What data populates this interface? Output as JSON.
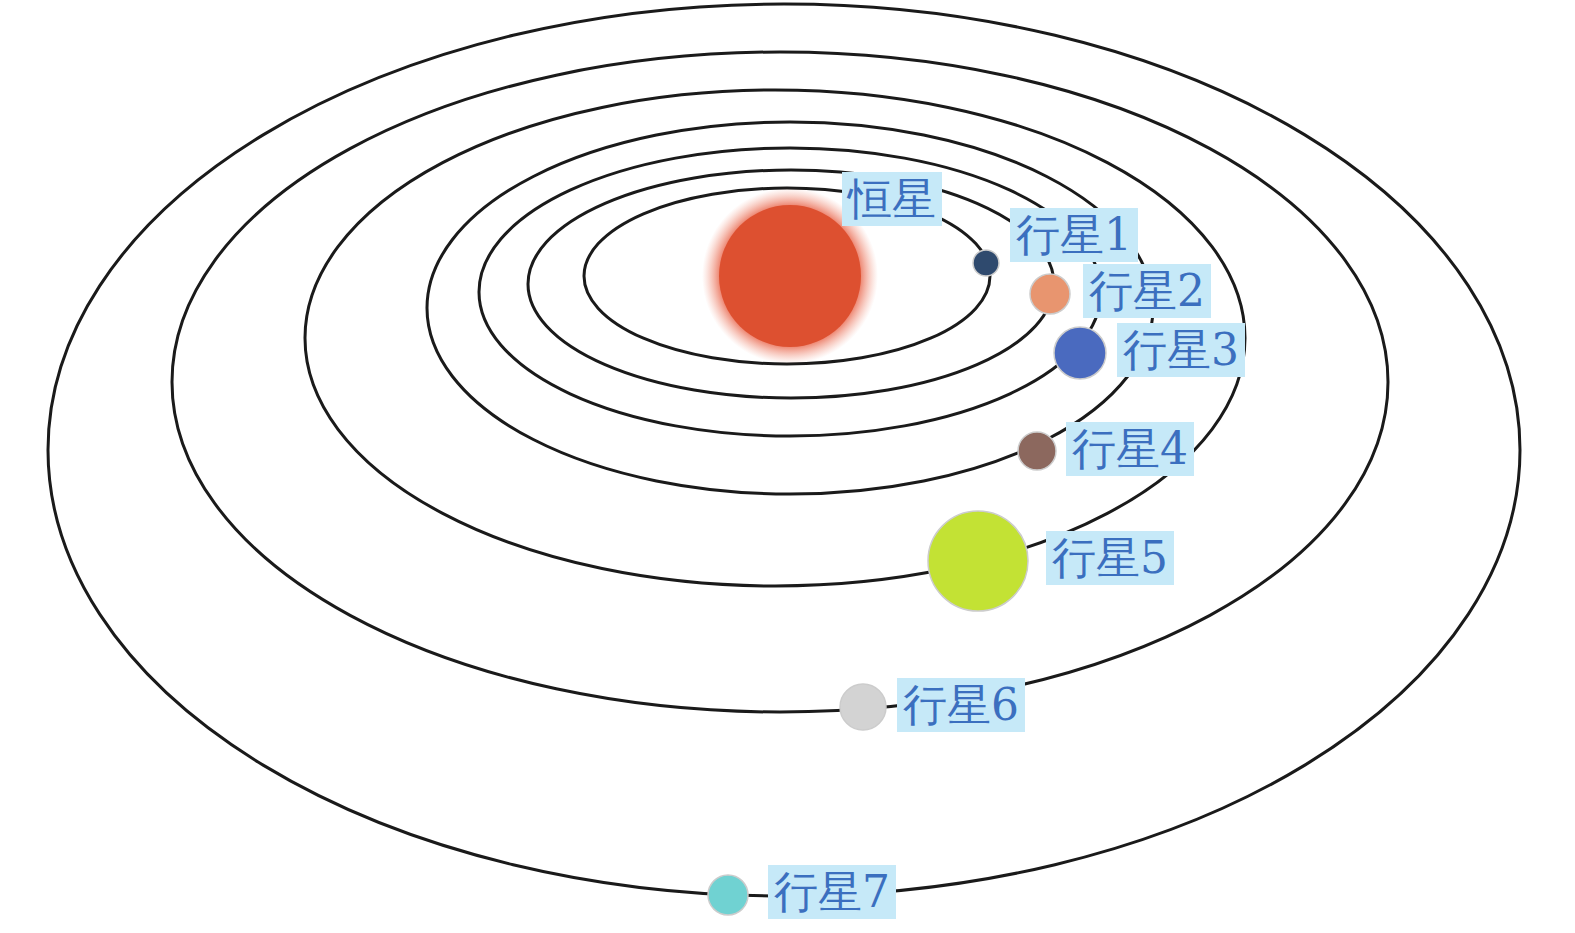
{
  "diagram": {
    "labels": [
      "恒星",
      "行星1",
      "行星2",
      "行星3",
      "行星4",
      "行星5",
      "行星6",
      "行星7"
    ]
  }
}
